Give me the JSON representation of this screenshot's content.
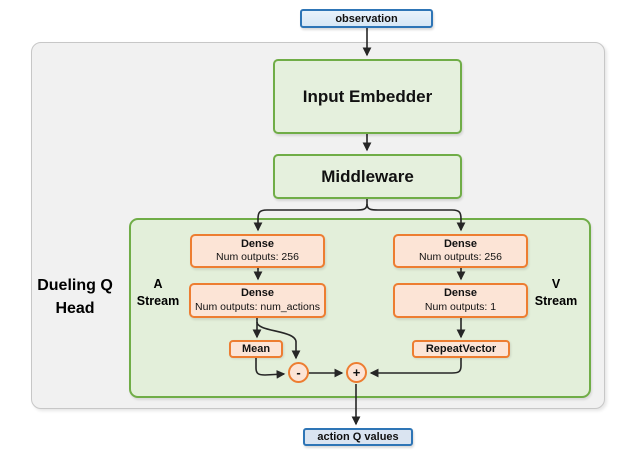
{
  "nodes": {
    "observation": {
      "label": "observation"
    },
    "input_embedder": {
      "label": "Input Embedder"
    },
    "middleware": {
      "label": "Middleware"
    },
    "dueling_q_head": {
      "line1": "Dueling Q",
      "line2": "Head"
    },
    "a_stream": {
      "line1": "A",
      "line2": "Stream"
    },
    "v_stream": {
      "line1": "V",
      "line2": "Stream"
    },
    "dense_a_1": {
      "title": "Dense",
      "subtitle": "Num outputs: 256"
    },
    "dense_a_2": {
      "title": "Dense",
      "subtitle": "Num outputs: num_actions"
    },
    "dense_v_1": {
      "title": "Dense",
      "subtitle": "Num outputs: 256"
    },
    "dense_v_2": {
      "title": "Dense",
      "subtitle": "Num outputs: 1"
    },
    "mean": {
      "label": "Mean"
    },
    "repeat_vector": {
      "label": "RepeatVector"
    },
    "subtract_op": {
      "label": "-"
    },
    "add_op": {
      "label": "+"
    },
    "action_q_values": {
      "label": "action Q values"
    }
  },
  "colors": {
    "blue_fill": "#dbe9f7",
    "blue_border": "#2e75b6",
    "green_fill": "#e3efda",
    "green_border": "#70ad47",
    "orange_fill": "#fce4d6",
    "orange_border": "#ed7d31",
    "outer_container_fill": "#f1f1f1",
    "outer_container_border": "#c7c7c7",
    "arrow": "#262626"
  }
}
